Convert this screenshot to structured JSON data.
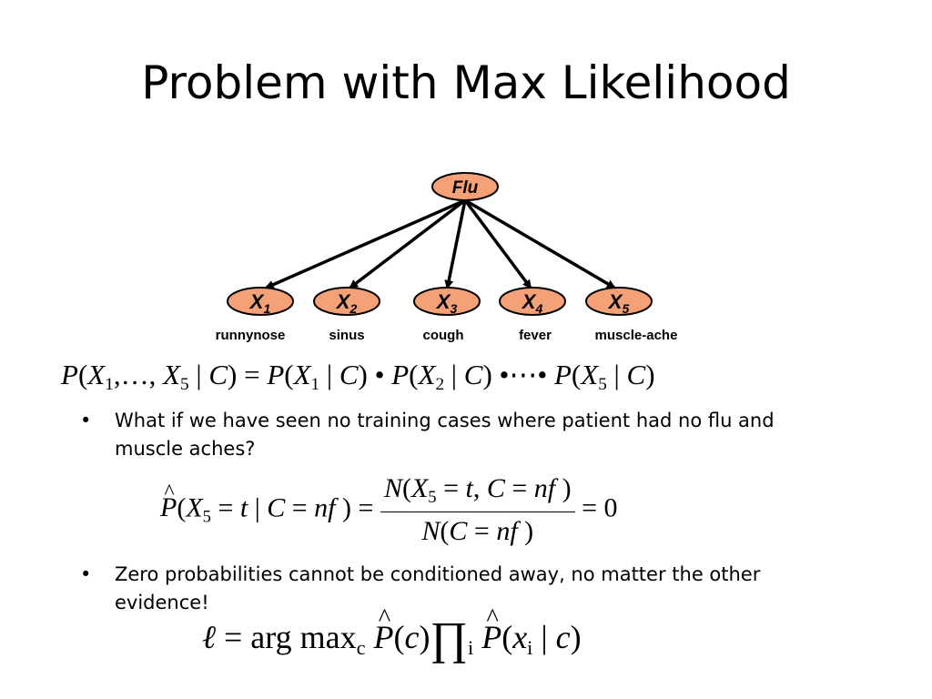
{
  "slide": {
    "title": "Problem with Max Likelihood"
  },
  "diagram": {
    "parent": {
      "label": "Flu"
    },
    "children": [
      {
        "var": "X",
        "index": "1",
        "symptom": "runnynose"
      },
      {
        "var": "X",
        "index": "2",
        "symptom": "sinus"
      },
      {
        "var": "X",
        "index": "3",
        "symptom": "cough"
      },
      {
        "var": "X",
        "index": "4",
        "symptom": "fever"
      },
      {
        "var": "X",
        "index": "5",
        "symptom": "muscle-ache"
      }
    ],
    "node_fill": "#f4a178",
    "node_stroke": "#000000"
  },
  "eq1": {
    "text": "P(X₁,…, X₅ | C) = P(X₁ | C) • P(X₂ | C) • ⋯ • P(X₅ | C)"
  },
  "bullets": [
    {
      "symbol": "•",
      "text": "What if we have seen no training cases where patient had no flu and muscle aches?"
    },
    {
      "symbol": "•",
      "text": "Zero probabilities cannot be conditioned away, no matter the other evidence!"
    }
  ],
  "eq2": {
    "lhs": "P̂(X₅ = t | C = nf) =",
    "numerator": "N(X₅ = t, C = nf)",
    "denominator": "N(C = nf)",
    "rhs": "= 0"
  },
  "eq3": {
    "text": "ℓ = arg max_c P̂(c) ∏_i P̂(x_i | c)"
  }
}
